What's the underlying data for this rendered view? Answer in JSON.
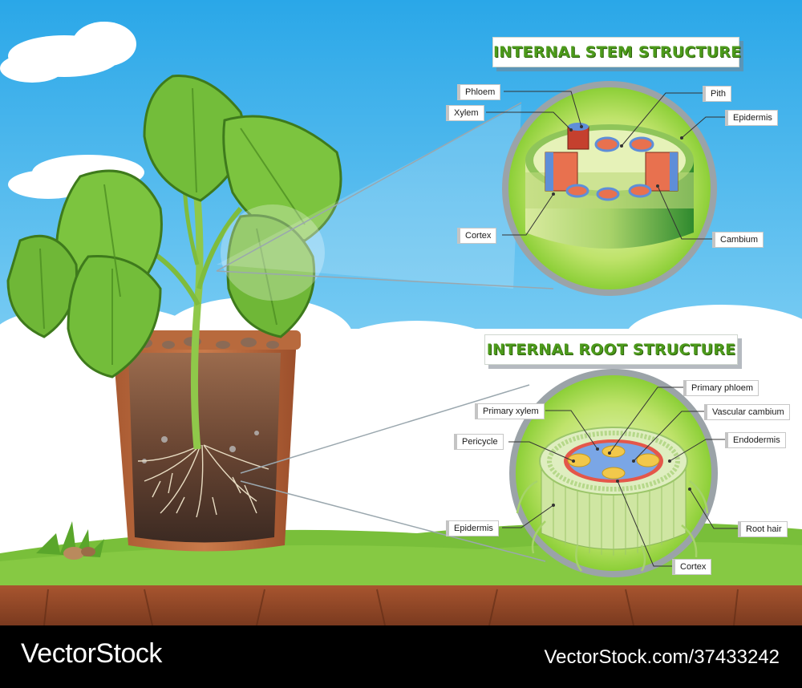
{
  "titles": {
    "stem": "INTERNAL STEM STRUCTURE",
    "root": "INTERNAL ROOT STRUCTURE"
  },
  "stem_labels": {
    "phloem": "Phloem",
    "xylem": "Xylem",
    "pith": "Pith",
    "epidermis": "Epidermis",
    "cortex": "Cortex",
    "cambium": "Cambium"
  },
  "root_labels": {
    "primary_phloem": "Primary phloem",
    "primary_xylem": "Primary xylem",
    "vascular_cambium": "Vascular cambium",
    "pericycle": "Pericycle",
    "endodermis": "Endodermis",
    "epidermis": "Epidermis",
    "root_hair": "Root hair",
    "cortex": "Cortex"
  },
  "footer": {
    "brand": "VectorStock",
    "image_id": "VectorStock.com/37433242"
  },
  "colors": {
    "sky": "#3fb8ee",
    "title_green": "#4c9a1b",
    "ground_grass": "#7cc23a",
    "soil": "#8a5a3c",
    "footer_bg": "#000000"
  }
}
